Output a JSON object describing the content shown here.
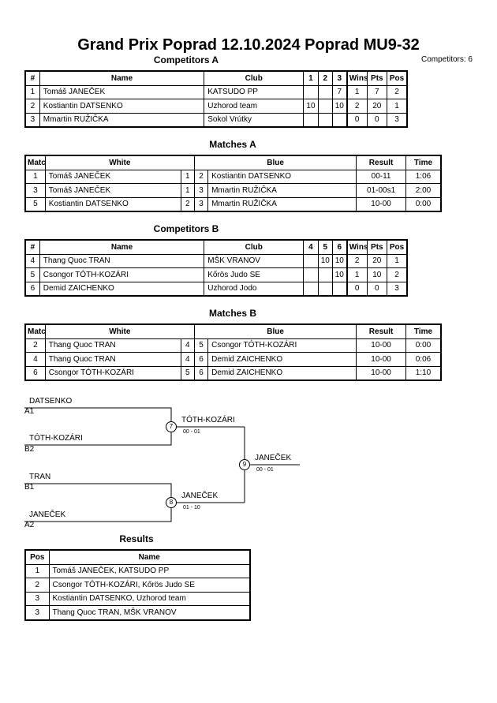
{
  "title": "Grand Prix Poprad  12.10.2024  Poprad   MU9-32",
  "competitors_count": "Competitors: 6",
  "competitors_a": {
    "heading": "Competitors A",
    "headers": [
      "#",
      "Name",
      "Club",
      "1",
      "2",
      "3",
      "Wins",
      "Pts",
      "Pos"
    ],
    "rows": [
      [
        "1",
        "Tomáš JANEČEK",
        "KATSUDO PP",
        "",
        "",
        "7",
        "1",
        "7",
        "2"
      ],
      [
        "2",
        "Kostiantin DATSENKO",
        "Uzhorod team",
        "10",
        "",
        "10",
        "2",
        "20",
        "1"
      ],
      [
        "3",
        "Mmartin RUŽIČKA",
        "Sokol Vrútky",
        "",
        "",
        "",
        "0",
        "0",
        "3"
      ]
    ]
  },
  "matches_a": {
    "heading": "Matches A",
    "headers": [
      "Match",
      "White",
      "Blue",
      "Result",
      "Time"
    ],
    "rows": [
      [
        "1",
        "Tomáš JANEČEK",
        "1",
        "2",
        "Kostiantin DATSENKO",
        "00-11",
        "1:06"
      ],
      [
        "3",
        "Tomáš JANEČEK",
        "1",
        "3",
        "Mmartin RUŽIČKA",
        "01-00s1",
        "2:00"
      ],
      [
        "5",
        "Kostiantin DATSENKO",
        "2",
        "3",
        "Mmartin RUŽIČKA",
        "10-00",
        "0:00"
      ]
    ]
  },
  "competitors_b": {
    "heading": "Competitors B",
    "headers": [
      "#",
      "Name",
      "Club",
      "4",
      "5",
      "6",
      "Wins",
      "Pts",
      "Pos"
    ],
    "rows": [
      [
        "4",
        "Thang Quoc TRAN",
        "MŠK VRANOV",
        "",
        "10",
        "10",
        "2",
        "20",
        "1"
      ],
      [
        "5",
        "Csongor TÓTH-KOZÁRI",
        "Kőrös Judo SE",
        "",
        "",
        "10",
        "1",
        "10",
        "2"
      ],
      [
        "6",
        "Demid ZAICHENKO",
        "Uzhorod Jodo",
        "",
        "",
        "",
        "0",
        "0",
        "3"
      ]
    ]
  },
  "matches_b": {
    "heading": "Matches B",
    "headers": [
      "Match",
      "White",
      "Blue",
      "Result",
      "Time"
    ],
    "rows": [
      [
        "2",
        "Thang Quoc TRAN",
        "4",
        "5",
        "Csongor TÓTH-KOZÁRI",
        "10-00",
        "0:00"
      ],
      [
        "4",
        "Thang Quoc TRAN",
        "4",
        "6",
        "Demid ZAICHENKO",
        "10-00",
        "0:06"
      ],
      [
        "6",
        "Csongor TÓTH-KOZÁRI",
        "5",
        "6",
        "Demid ZAICHENKO",
        "10-00",
        "1:10"
      ]
    ]
  },
  "bracket": {
    "semi1_top_name": "DATSENKO",
    "semi1_top_seed": "A1",
    "semi1_bottom_name": "TÓTH-KOZÁRI",
    "semi1_bottom_seed": "B2",
    "semi2_top_name": "TRAN",
    "semi2_top_seed": "B1",
    "semi2_bottom_name": "JANEČEK",
    "semi2_bottom_seed": "A2",
    "match7_num": "7",
    "match7_winner": "TÓTH-KOZÁRI",
    "match7_score": "00 - 01",
    "match8_num": "8",
    "match8_winner": "JANEČEK",
    "match8_score": "01 - 10",
    "match9_num": "9",
    "match9_winner": "JANEČEK",
    "match9_score": "00 - 01"
  },
  "results": {
    "heading": "Results",
    "headers": [
      "Pos",
      "Name"
    ],
    "rows": [
      [
        "1",
        "Tomáš JANEČEK, KATSUDO PP"
      ],
      [
        "2",
        "Csongor TÓTH-KOZÁRI, Kőrös Judo SE"
      ],
      [
        "3",
        "Kostiantin DATSENKO, Uzhorod team"
      ],
      [
        "3",
        "Thang Quoc TRAN, MŠK VRANOV"
      ]
    ]
  }
}
